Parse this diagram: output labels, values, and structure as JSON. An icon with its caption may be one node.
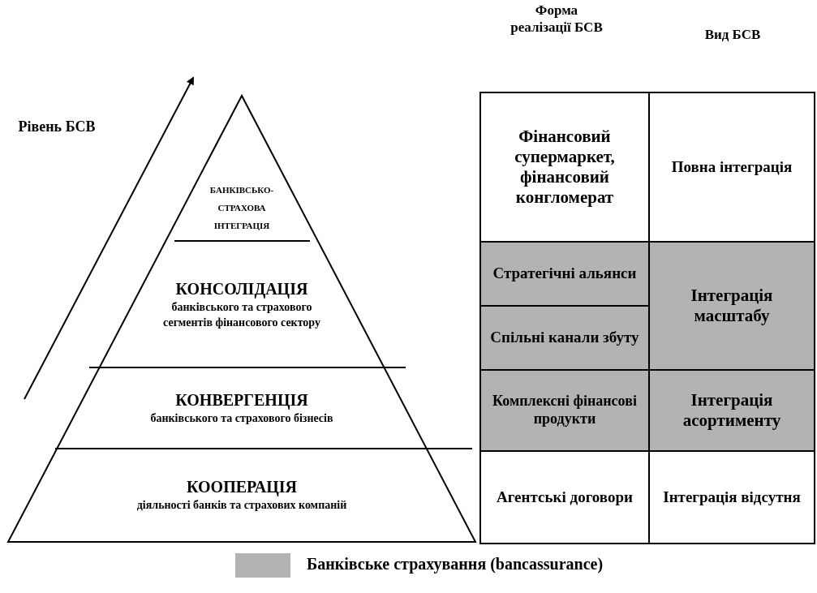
{
  "diagram": {
    "nodes": [
      {
        "text": [
          "БАНКІВСЬКО-СТРАХОВА ІНТЕГРАЦІЯ"
        ]
      },
      {
        "text": [
          "КОНСОЛІДАЦІЯ",
          "банківського та страхового сегментів фінансового сектору"
        ]
      },
      {
        "text": [
          "КОНВЕРГЕНЦІЯ",
          "банківського та страхового бізнесів"
        ]
      },
      {
        "text": [
          "КООПЕРАЦІЯ",
          "діяльності банків та страхових компаній"
        ]
      },
      {
        "text": [
          "Фінансовий супермаркет, фінансовий конгломерат"
        ]
      },
      {
        "text": [
          "Повна інтеграція"
        ]
      },
      {
        "text": [
          "Стратегічні альянси"
        ]
      },
      {
        "text": [
          "Інтеграція масштабу"
        ]
      },
      {
        "text": [
          "Спільні канали збуту"
        ]
      },
      {
        "text": [
          "Комплексні фінансові продукти"
        ]
      },
      {
        "text": [
          "Інтеграція асортименту"
        ]
      },
      {
        "text": [
          "Агентські договори"
        ]
      },
      {
        "text": [
          "Інтеграція відсутня"
        ]
      }
    ],
    "labels": [
      "Рівень БСВ",
      "Форма реалізації БСВ",
      "Вид БСВ"
    ],
    "legend": [
      {
        "text": "Банківське страхування (bancassurance)",
        "color": "#b3b3b3"
      }
    ]
  }
}
